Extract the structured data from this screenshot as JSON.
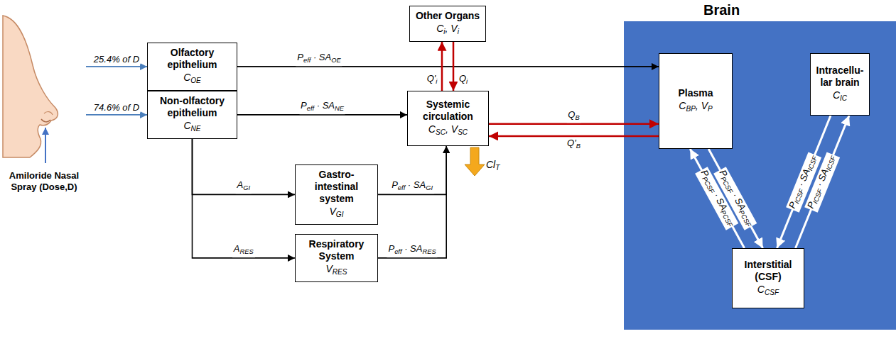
{
  "diagram": {
    "nodes": [
      {
        "text": [
          "Amiloride Nasal Spray (Dose,D)"
        ]
      },
      {
        "text": [
          "Olfactory epithelium",
          "COE"
        ]
      },
      {
        "text": [
          "Non-olfactory epithelium",
          "CNE"
        ]
      },
      {
        "text": [
          "Other Organs",
          "Ci, Vi"
        ]
      },
      {
        "text": [
          "Systemic circulation",
          "CSC, VSC"
        ]
      },
      {
        "text": [
          "Gastro- intestinal system",
          "VGI"
        ]
      },
      {
        "text": [
          "Respiratory System",
          "VRES"
        ]
      },
      {
        "text": [
          "Brain"
        ]
      },
      {
        "text": [
          "Plasma",
          "CBP, VP"
        ],
        "in": 7
      },
      {
        "text": [
          "Intracellu- lar brain",
          "CIC"
        ],
        "in": 7
      },
      {
        "text": [
          "Interstitial (CSF)",
          "CCSF"
        ],
        "in": 7
      }
    ],
    "edges": [
      {
        "from": 0,
        "to": 1,
        "arrow": "to",
        "label": "25.4% of D"
      },
      {
        "from": 0,
        "to": 2,
        "arrow": "to",
        "label": "74.6% of D"
      },
      {
        "from": 1,
        "to": 8,
        "arrow": "to",
        "label": "Peff · SAOE"
      },
      {
        "from": 2,
        "to": 4,
        "arrow": "to",
        "label": "Peff · SANE"
      },
      {
        "from": 2,
        "to": 5,
        "arrow": "to",
        "label": "AGI"
      },
      {
        "from": 2,
        "to": 6,
        "arrow": "to",
        "label": "ARES"
      },
      {
        "from": 5,
        "to": 4,
        "arrow": "to",
        "label": "Peff · SAGI"
      },
      {
        "from": 6,
        "to": 4,
        "arrow": "to",
        "label": "Peff · SARES"
      },
      {
        "from": 4,
        "to": 3,
        "arrow": "to",
        "label": "Q'i"
      },
      {
        "from": 3,
        "to": 4,
        "arrow": "to",
        "label": "Qi"
      },
      {
        "from": 4,
        "to": 8,
        "arrow": "to",
        "label": "QB"
      },
      {
        "from": 8,
        "to": 4,
        "arrow": "to",
        "label": "Q'B"
      },
      {
        "from": 8,
        "to": 10,
        "arrow": "to",
        "label": "PPCSF · SAPCSF"
      },
      {
        "from": 10,
        "to": 8,
        "arrow": "to",
        "label": "PPCSF · SAPCSF"
      },
      {
        "from": 9,
        "to": 10,
        "arrow": "to",
        "label": "PICSF · SAICSF"
      },
      {
        "from": 10,
        "to": 9,
        "arrow": "to",
        "label": "PICSF · SAICSF"
      }
    ],
    "labels": [
      "ClT"
    ]
  }
}
